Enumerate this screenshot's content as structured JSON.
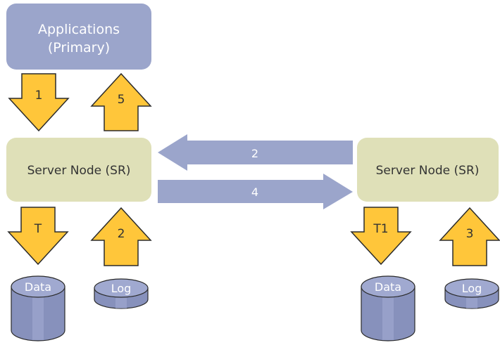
{
  "applications": {
    "line1": "Applications",
    "line2": "(Primary)"
  },
  "primary_node": {
    "label": "Server Node (SR)"
  },
  "secondary_node": {
    "label": "Server Node (SR)"
  },
  "arrows": {
    "primary_down": "1",
    "primary_up": "5",
    "replicate_back": "2",
    "replicate_forward": "4",
    "primary_data_write": "T",
    "primary_log_read": "2",
    "secondary_data_write": "T1",
    "secondary_log_read": "3"
  },
  "storage": {
    "primary_data": "Data",
    "primary_log": "Log",
    "secondary_data": "Data",
    "secondary_log": "Log"
  },
  "colors": {
    "app_box": "#9ba5cb",
    "node_box": "#dfe0b8",
    "arrow_yellow": "#ffc63a",
    "arrow_yellow_stroke": "#2b2b2b",
    "arrow_blue": "#9ba5cb",
    "cylinder_body": "#8791bc",
    "cylinder_top": "#a0a9d0",
    "cylinder_stroke": "#2b2b2b"
  }
}
